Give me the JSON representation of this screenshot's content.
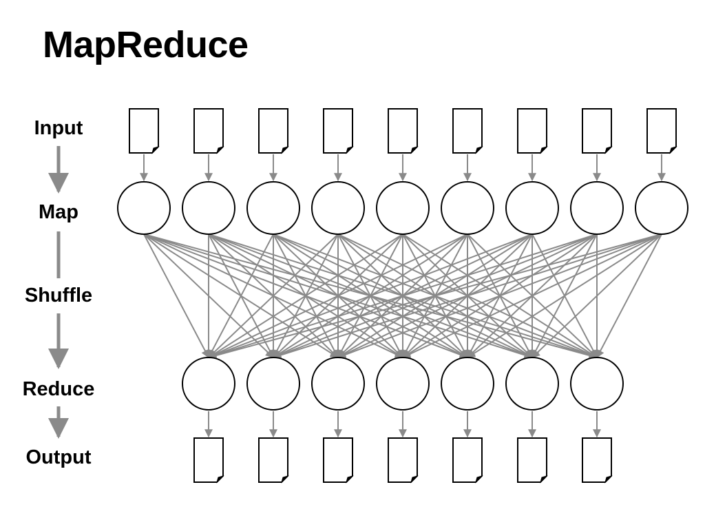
{
  "slide": {
    "title": "MapReduce",
    "stages": {
      "input": "Input",
      "map": "Map",
      "shuffle": "Shuffle",
      "reduce": "Reduce",
      "output": "Output"
    }
  },
  "diagram": {
    "input_document_count": 9,
    "map_node_count": 9,
    "reduce_node_count": 7,
    "output_document_count": 7,
    "shuffle": "all-to-all",
    "colors": {
      "outline": "#000000",
      "arrow": "#8a8a8a",
      "background": "#ffffff"
    }
  }
}
